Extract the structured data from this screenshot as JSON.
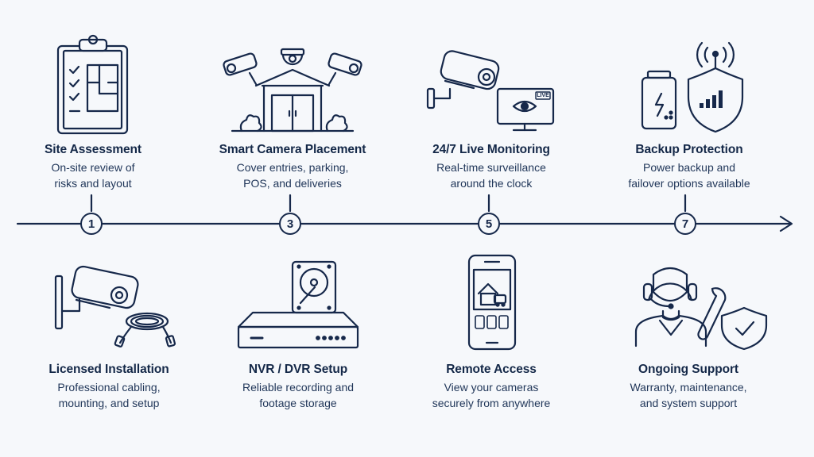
{
  "colors": {
    "ink": "#16284a",
    "background": "#f6f8fb"
  },
  "badges": [
    "1",
    "3",
    "5",
    "7"
  ],
  "top_steps": [
    {
      "icon": "clipboard-floorplan-icon",
      "title": "Site Assessment",
      "desc": [
        "On-site review of",
        "risks and layout"
      ]
    },
    {
      "icon": "building-cameras-icon",
      "title": "Smart Camera Placement",
      "desc": [
        "Cover entries, parking,",
        "POS, and deliveries"
      ]
    },
    {
      "icon": "camera-live-monitor-icon",
      "title": "24/7 Live Monitoring",
      "desc": [
        "Real-time surveillance",
        "around the clock"
      ]
    },
    {
      "icon": "battery-shield-icon",
      "title": "Backup Protection",
      "desc": [
        "Power backup and",
        "failover options available"
      ]
    }
  ],
  "bottom_steps": [
    {
      "icon": "camera-cable-icon",
      "title": "Licensed Installation",
      "desc": [
        "Professional cabling,",
        "mounting, and setup"
      ]
    },
    {
      "icon": "hdd-recorder-icon",
      "title": "NVR / DVR Setup",
      "desc": [
        "Reliable recording and",
        "footage storage"
      ]
    },
    {
      "icon": "smartphone-app-icon",
      "title": "Remote Access",
      "desc": [
        "View your cameras",
        "securely from anywhere"
      ]
    },
    {
      "icon": "support-agent-icon",
      "title": "Ongoing Support",
      "desc": [
        "Warranty, maintenance,",
        "and system support"
      ]
    }
  ],
  "live_label": "LIVE"
}
